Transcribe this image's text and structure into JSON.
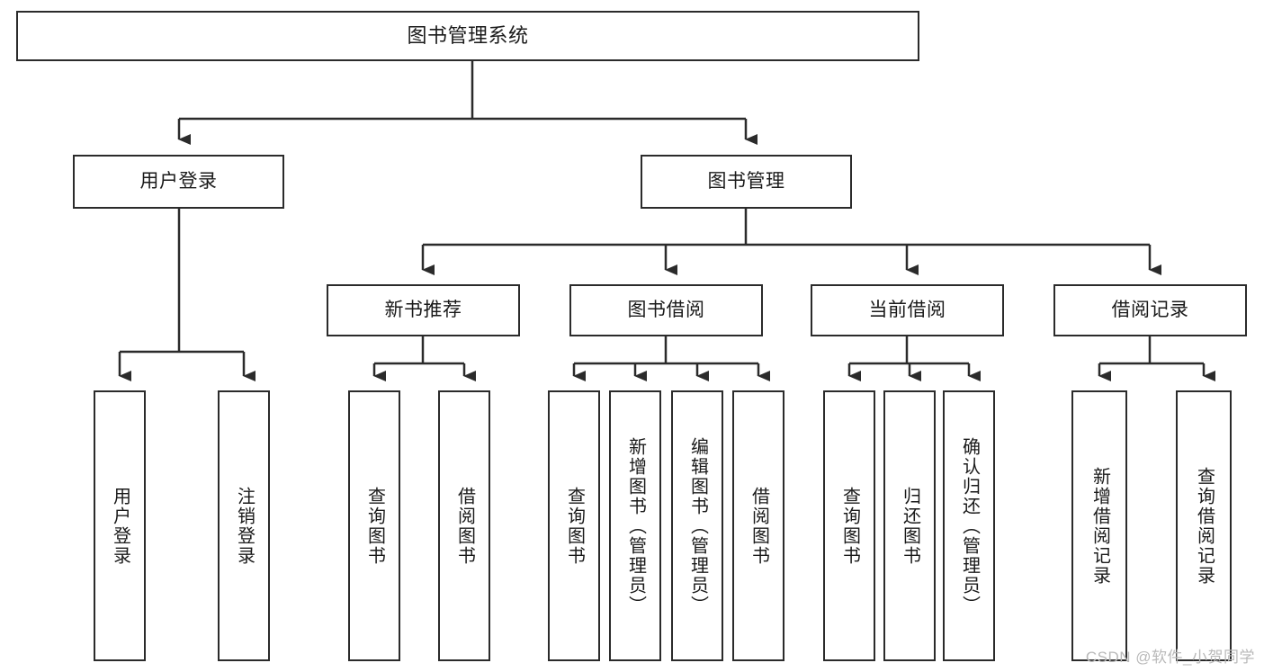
{
  "diagram": {
    "title": "图书管理系统",
    "type": "tree",
    "watermark": "CSDN @软件_小贺同学",
    "nodes": {
      "root": {
        "label": "图书管理系统"
      },
      "level2": [
        {
          "id": "user-login",
          "label": "用户登录"
        },
        {
          "id": "book-manage",
          "label": "图书管理"
        }
      ],
      "level3": [
        {
          "id": "new-book-recommend",
          "label": "新书推荐"
        },
        {
          "id": "book-borrow",
          "label": "图书借阅"
        },
        {
          "id": "current-borrow",
          "label": "当前借阅"
        },
        {
          "id": "borrow-record",
          "label": "借阅记录"
        }
      ],
      "leaves": {
        "user_login": [
          {
            "id": "leaf-user-login",
            "label": "用户登录"
          },
          {
            "id": "leaf-logout-login",
            "label": "注销登录"
          }
        ],
        "new_book_recommend": [
          {
            "id": "leaf-query-book-1",
            "label": "查询图书"
          },
          {
            "id": "leaf-borrow-book-1",
            "label": "借阅图书"
          }
        ],
        "book_borrow": [
          {
            "id": "leaf-query-book-2",
            "label": "查询图书"
          },
          {
            "id": "leaf-add-book",
            "label": "新增图书（管理员）"
          },
          {
            "id": "leaf-edit-book",
            "label": "编辑图书（管理员）"
          },
          {
            "id": "leaf-borrow-book-2",
            "label": "借阅图书"
          }
        ],
        "current_borrow": [
          {
            "id": "leaf-query-book-3",
            "label": "查询图书"
          },
          {
            "id": "leaf-return-book",
            "label": "归还图书"
          },
          {
            "id": "leaf-confirm-return",
            "label": "确认归还（管理员）"
          }
        ],
        "borrow_record": [
          {
            "id": "leaf-add-record",
            "label": "新增借阅记录"
          },
          {
            "id": "leaf-query-record",
            "label": "查询借阅记录"
          }
        ]
      }
    },
    "colors": {
      "stroke": "#2b2b2b",
      "fill": "#ffffff",
      "text": "#1a1a1a",
      "watermark": "#b9b9b9"
    }
  }
}
